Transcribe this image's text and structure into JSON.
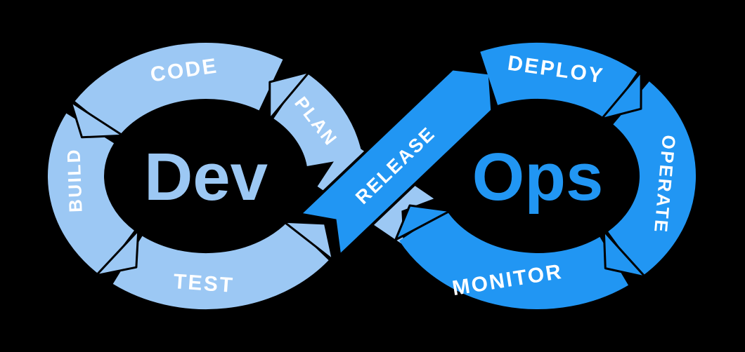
{
  "background_color": "#000000",
  "colors": {
    "dev": "#9CC8F4",
    "ops": "#2196F3",
    "label_text": "#FFFFFF"
  },
  "loops": {
    "dev": {
      "title": "Dev",
      "color": "#9CC8F4",
      "stages": {
        "plan": "PLAN",
        "code": "CODE",
        "build": "BUILD",
        "test": "TEST"
      }
    },
    "ops": {
      "title": "Ops",
      "color": "#2196F3",
      "stages": {
        "deploy": "DEPLOY",
        "operate": "OPERATE",
        "monitor": "MONITOR"
      }
    }
  },
  "release": {
    "label": "RELEASE"
  }
}
